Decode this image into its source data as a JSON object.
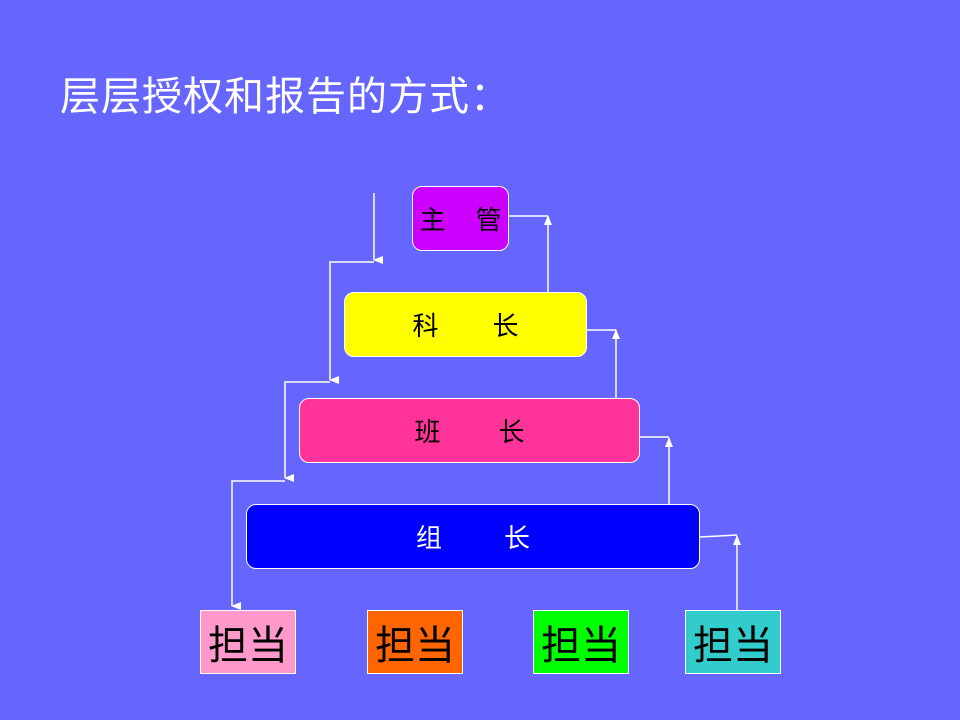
{
  "slide": {
    "title": "层层授权和报告的方式：",
    "background": "#6666ff"
  },
  "hierarchy": [
    {
      "id": "supervisor",
      "chars": [
        "主",
        "管"
      ],
      "bg": "#cc00ff",
      "fg": "#000000"
    },
    {
      "id": "section-chief",
      "chars": [
        "科",
        "长"
      ],
      "bg": "#ffff00",
      "fg": "#000000"
    },
    {
      "id": "team-leader",
      "chars": [
        "班",
        "长"
      ],
      "bg": "#ff3399",
      "fg": "#000000"
    },
    {
      "id": "group-leader",
      "chars": [
        "组",
        "长"
      ],
      "bg": "#0000ff",
      "fg": "#ffffff"
    }
  ],
  "workers": [
    {
      "label": "担当",
      "bg": "#ff99cc"
    },
    {
      "label": "担当",
      "bg": "#ff6600"
    },
    {
      "label": "担当",
      "bg": "#00ff00"
    },
    {
      "label": "担当",
      "bg": "#33cccc"
    }
  ],
  "connectors": {
    "left": "authorization-down-arrows",
    "right": "report-up-arrows",
    "color": "#ffffff"
  }
}
